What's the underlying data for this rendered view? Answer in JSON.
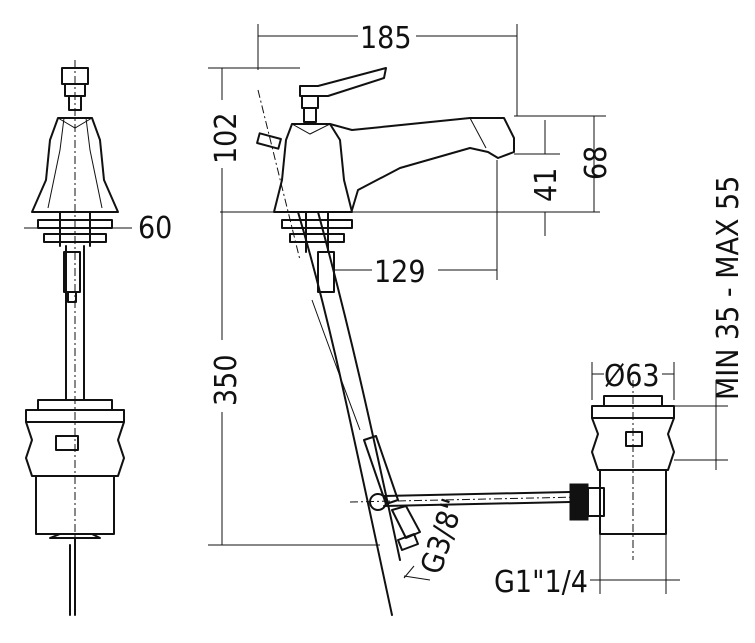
{
  "dimensions": {
    "spout_reach": "185",
    "lever_height": "102",
    "spout_height": "68",
    "outlet_height": "41",
    "base_width": "60",
    "center_distance": "129",
    "total_length": "350",
    "waste_diameter": "Ø63",
    "deck_thickness": "MIN 35 - MAX 55",
    "hose_thread": "G3/8\"",
    "waste_thread": "G1\"1/4"
  }
}
